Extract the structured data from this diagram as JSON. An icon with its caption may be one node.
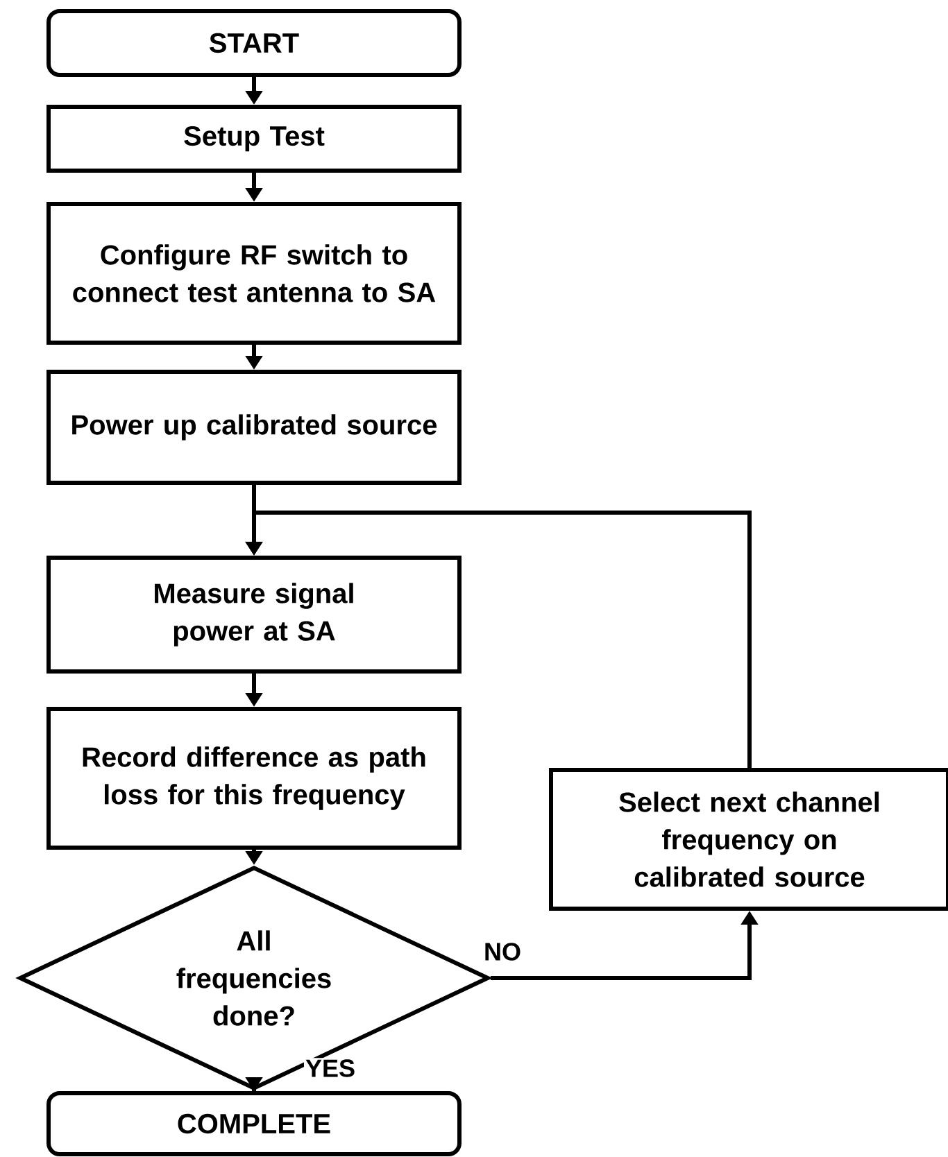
{
  "diagram": {
    "nodes": [
      {
        "text": [
          "START"
        ]
      },
      {
        "text": [
          "Setup Test"
        ]
      },
      {
        "text": [
          "Configure RF switch to connect test antenna to SA"
        ]
      },
      {
        "text": [
          "Power up calibrated source"
        ]
      },
      {
        "text": [
          "Measure signal power at SA"
        ]
      },
      {
        "text": [
          "Record difference as path loss for this frequency"
        ]
      },
      {
        "text": [
          "All frequencies done?"
        ]
      },
      {
        "text": [
          "Select next channel frequency on calibrated source"
        ]
      },
      {
        "text": [
          "COMPLETE"
        ]
      }
    ],
    "edges": [
      {
        "from": 0,
        "to": 1,
        "arrow": "to"
      },
      {
        "from": 1,
        "to": 2,
        "arrow": "to"
      },
      {
        "from": 2,
        "to": 3,
        "arrow": "to"
      },
      {
        "from": 3,
        "to": 4,
        "arrow": "to"
      },
      {
        "from": 4,
        "to": 5,
        "arrow": "to"
      },
      {
        "from": 5,
        "to": 6,
        "arrow": "to"
      },
      {
        "from": 6,
        "to": 7,
        "label": "NO",
        "arrow": "to"
      },
      {
        "from": 7,
        "to": 4,
        "arrow": "to"
      },
      {
        "from": 6,
        "to": 8,
        "label": "YES",
        "arrow": "to"
      }
    ]
  }
}
